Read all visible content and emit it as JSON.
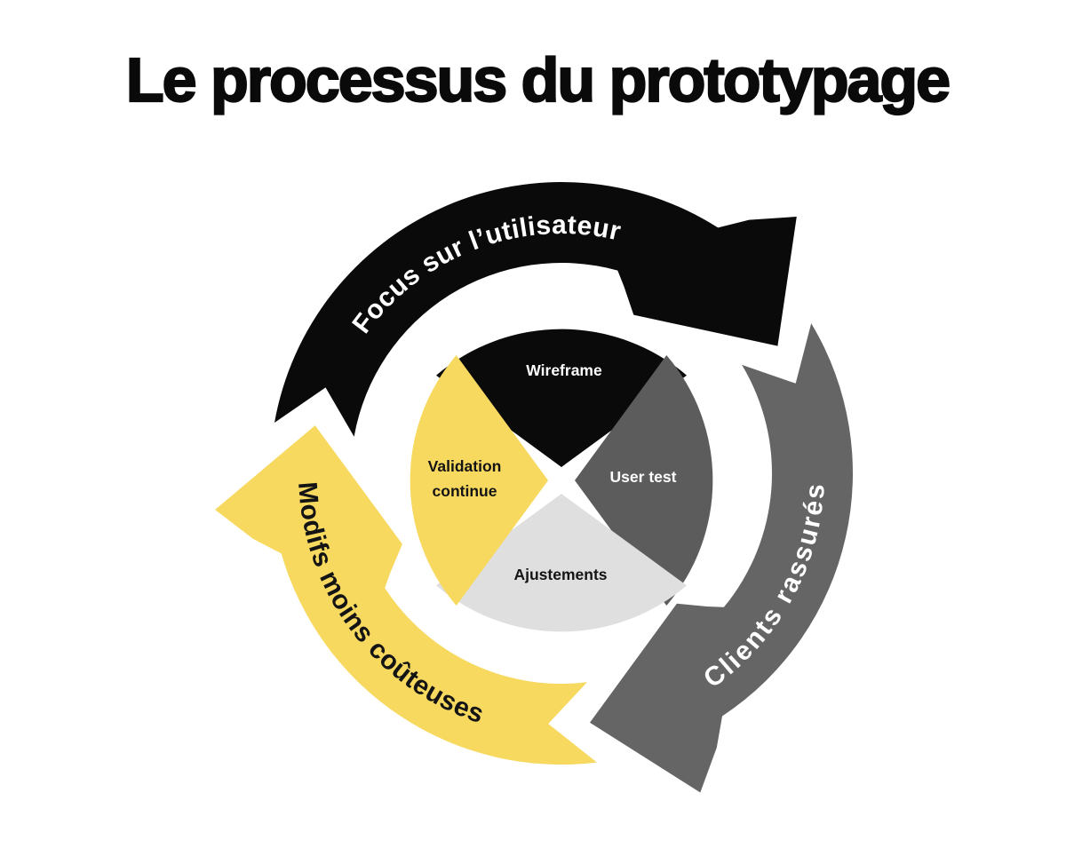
{
  "title": {
    "text": "Le processus du prototypage"
  },
  "colors": {
    "background": "#FFFFFF",
    "black": "#0A0A0A",
    "arrow_gray": "#656565",
    "sector_gray": "#5C5C5C",
    "light_gray": "#DFDFDF",
    "yellow": "#F7D960",
    "white": "#FFFFFF",
    "text_dark": "#141414"
  },
  "diagram": {
    "arrows": [
      {
        "id": "focus",
        "label": "Focus sur l’utilisateur",
        "color": "#0A0A0A",
        "label_color": "#FFFFFF",
        "tail_angle": 190,
        "tip_angle": 329.5,
        "text_arc": {
          "from": 186,
          "to": 313,
          "radius": 270,
          "sweep": 1
        },
        "letter_spacing": 0.5
      },
      {
        "id": "clients",
        "label": "Clients rassurés",
        "color": "#656565",
        "label_color": "#FFFFFF",
        "tail_angle": 329,
        "tip_angle": 443.5,
        "text_arc": {
          "from": 80,
          "to": -23,
          "radius": 296,
          "sweep": 0
        },
        "letter_spacing": 2.5
      },
      {
        "id": "modifs",
        "label": "Modifs moins coûteuses",
        "color": "#F7D960",
        "label_color": "#141414",
        "tail_angle": 83,
        "tip_angle": 191,
        "text_arc": {
          "from": 192,
          "to": 94,
          "radius": 296,
          "sweep": 0
        },
        "letter_spacing": 0.5
      }
    ],
    "sectors": [
      {
        "id": "wireframe",
        "lines": [
          "Wireframe"
        ],
        "color": "#0A0A0A",
        "label_color": "#FFFFFF",
        "angle": 270
      },
      {
        "id": "user-test",
        "lines": [
          "User test"
        ],
        "color": "#5C5C5C",
        "label_color": "#FFFFFF",
        "angle": 0
      },
      {
        "id": "ajustements",
        "lines": [
          "Ajustements"
        ],
        "color": "#DFDFDF",
        "label_color": "#141414",
        "angle": 90
      },
      {
        "id": "validation-continue",
        "lines": [
          "Validation",
          "continue"
        ],
        "color": "#F7D960",
        "label_color": "#141414",
        "angle": 180
      }
    ]
  }
}
